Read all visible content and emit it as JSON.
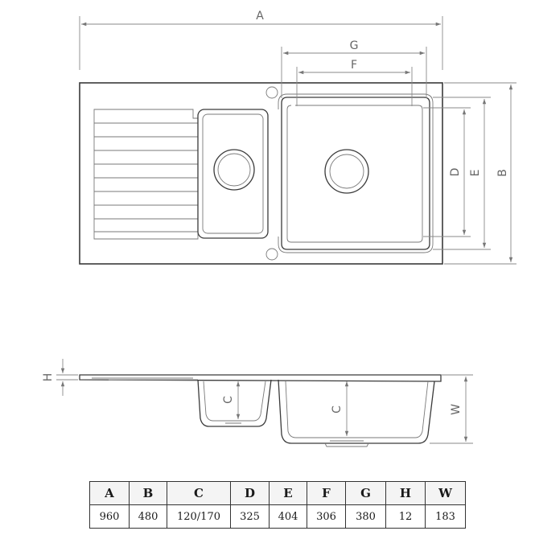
{
  "drawing": {
    "labels": {
      "A": "A",
      "B": "B",
      "D": "D",
      "E": "E",
      "F": "F",
      "G": "G",
      "C_small": "C",
      "C_large": "C",
      "H": "H",
      "W": "W"
    }
  },
  "spec_table": {
    "headers": [
      "A",
      "B",
      "C",
      "D",
      "E",
      "F",
      "G",
      "H",
      "W"
    ],
    "values": [
      "960",
      "480",
      "120/170",
      "325",
      "404",
      "306",
      "380",
      "12",
      "183"
    ]
  }
}
